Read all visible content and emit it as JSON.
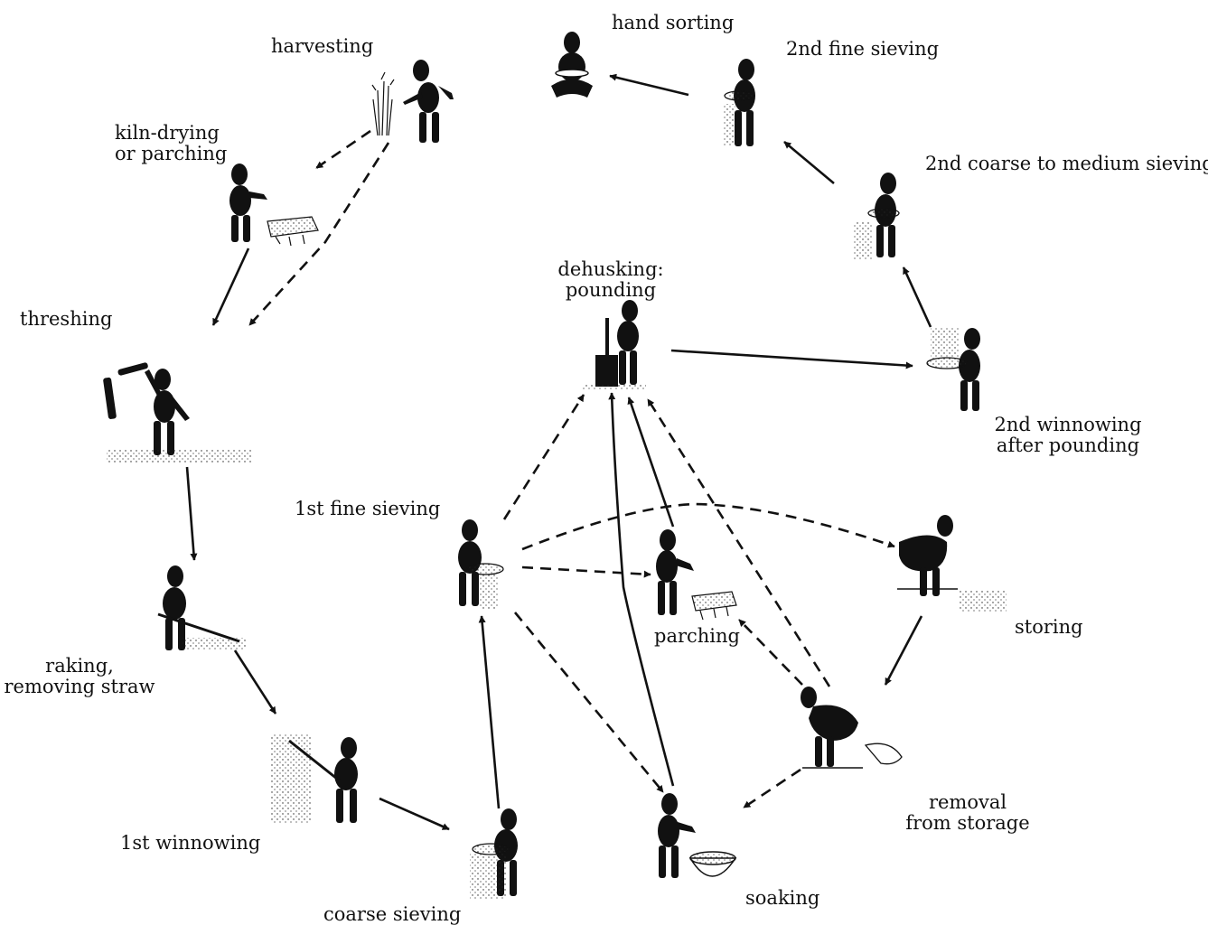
{
  "labels": {
    "harvesting": "harvesting",
    "hand_sorting": "hand sorting",
    "second_fine_sieving": "2nd fine sieving",
    "kiln_drying_line1": "kiln-drying",
    "kiln_drying_line2": "or parching",
    "second_coarse_medium_sieving": "2nd coarse to medium sieving",
    "dehusking_line1": "dehusking:",
    "dehusking_line2": "pounding",
    "threshing": "threshing",
    "second_winnowing_line1": "2nd winnowing",
    "second_winnowing_line2": "after pounding",
    "first_fine_sieving": "1st fine sieving",
    "parching": "parching",
    "storing": "storing",
    "raking_line1": "raking,",
    "raking_line2": "removing straw",
    "removal_line1": "removal",
    "removal_line2": "from storage",
    "first_winnowing": "1st winnowing",
    "soaking": "soaking",
    "coarse_sieving": "coarse sieving"
  },
  "style": {
    "ink": "#111111",
    "background": "#ffffff"
  }
}
